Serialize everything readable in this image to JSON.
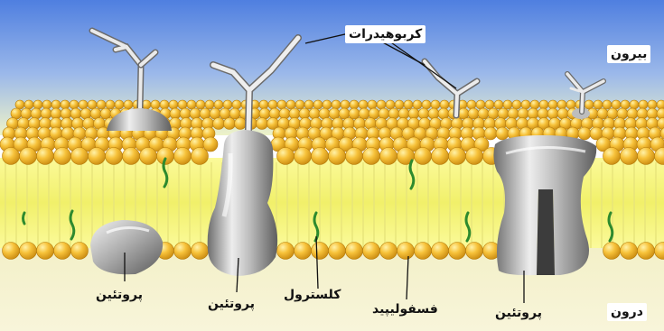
{
  "labels": {
    "carbohydrates": "کربوهیدرات",
    "outside": "بیرون",
    "inside": "درون",
    "protein": "پروتئین",
    "cholesterol": "کلسترول",
    "phospholipid": "فسفولیپید"
  },
  "colors": {
    "sky_top": "#4f7fe0",
    "sky_bottom": "#eef3c8",
    "membrane_core": "#f6f47a",
    "lipid_head": "#f0b020",
    "lipid_head_light": "#ffe27a",
    "cholesterol": "#2f8f2f",
    "protein": "#9a9a9a",
    "carbohydrate": "#e6e6e6",
    "bottom": "#f6f2cf"
  },
  "icons": [
    "glycolipid-icon",
    "glycoprotein-icon",
    "channel-protein-icon",
    "cholesterol-icon",
    "phospholipid-head-icon"
  ]
}
